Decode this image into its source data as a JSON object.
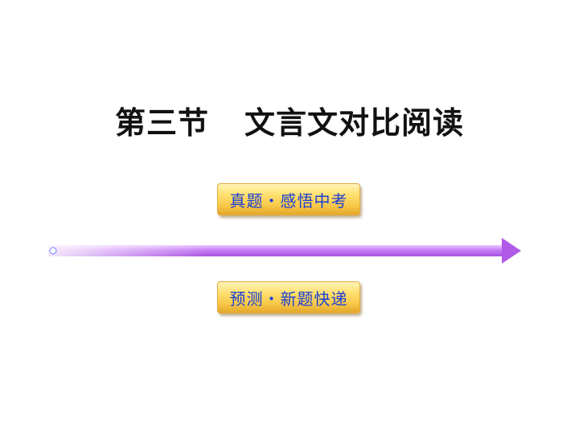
{
  "slide": {
    "title_part1": "第三节",
    "title_part2": "文言文对比阅读"
  },
  "links": {
    "exam_review": "真题・感悟中考",
    "prediction": "预测・新题快递"
  },
  "colors": {
    "badge_text": "#1a3fd8",
    "badge_fill": "#f7c84a",
    "arrow": "#c77cf4"
  }
}
